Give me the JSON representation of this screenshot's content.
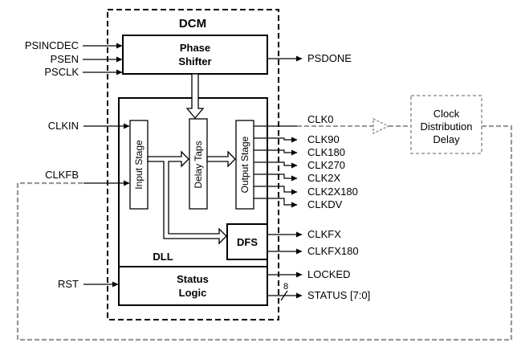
{
  "diagram": {
    "title": "DCM",
    "phase_shifter": [
      "Phase",
      "Shifter"
    ],
    "status_logic": [
      "Status",
      "Logic"
    ],
    "clock_distribution": [
      "Clock",
      "Distribution",
      "Delay"
    ],
    "stages": {
      "input": "Input Stage",
      "delay": "Delay Taps",
      "output": "Output Stage"
    },
    "dfs_label": "DFS",
    "dll_label": "DLL",
    "inputs": {
      "psincdec": "PSINCDEC",
      "psen": "PSEN",
      "psclk": "PSCLK",
      "clkin": "CLKIN",
      "clkfb": "CLKFB",
      "rst": "RST"
    },
    "outputs": {
      "psdone": "PSDONE",
      "clk0": "CLK0",
      "clk90": "CLK90",
      "clk180": "CLK180",
      "clk270": "CLK270",
      "clk2x": "CLK2X",
      "clk2x180": "CLK2X180",
      "clkdv": "CLKDV",
      "clkfx": "CLKFX",
      "clkfx180": "CLKFX180",
      "locked": "LOCKED",
      "status": "STATUS [7:0]"
    },
    "bus_width": "8"
  }
}
